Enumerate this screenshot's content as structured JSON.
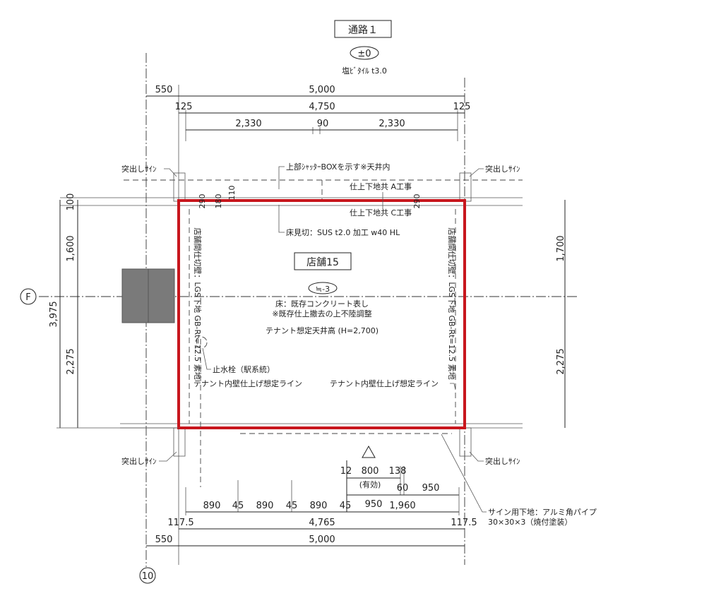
{
  "header": {
    "corridor": "通路１",
    "level_top": "±0",
    "floor_finish_top": "塩ﾋﾞﾀｲﾙ t3.0"
  },
  "room": {
    "name": "店舗15",
    "level": "≒-3",
    "floor": "床：既存コンクリート表し",
    "floor_note": "※既存仕上撤去の上不陸調整",
    "ceiling": "テナント想定天井高 (H=2,700)"
  },
  "grid": {
    "col": "10",
    "row": "F"
  },
  "annotations": {
    "sign_tl": "突出しｻｲﾝ",
    "sign_tr": "突出しｻｲﾝ",
    "sign_bl": "突出しｻｲﾝ",
    "sign_br": "突出しｻｲﾝ",
    "shutter": "上部ｼｬｯﾀｰBOXを示す※天井内",
    "a_work": "仕上下地共 A工事",
    "c_work": "仕上下地共 C工事",
    "threshold": "床見切：SUS t2.0 加工 w40 HL",
    "wall_left": "店舗間仕切壁：LGS下地 GB-Rt=12.5 素地",
    "wall_right": "店舗間仕切壁：LGS下地 GB-Rt=12.5 素地",
    "valve": "止水栓（駅系統）",
    "inner_line_left": "テナント内壁仕上げ想定ライン",
    "inner_line_right": "テナント内壁仕上げ想定ライン",
    "sign_base": "サイン用下地：アルミ角パイプ",
    "sign_base_spec": "30×30×3（焼付塗装）"
  },
  "dims_top": {
    "a": "550",
    "b": "5,000",
    "c": "125",
    "d": "4,750",
    "e": "125",
    "f": "2,330",
    "g": "90",
    "h": "2,330",
    "v1": "290",
    "v2": "180",
    "v3": "110",
    "v4": "290"
  },
  "dims_left": {
    "total": "3,975",
    "a": "100",
    "b": "1,600",
    "c": "2,275"
  },
  "dims_right": {
    "a": "1,700",
    "b": "2,275"
  },
  "dims_bottom": {
    "d12": "12",
    "d800": "800",
    "d138": "138",
    "effective": "(有効)",
    "d60": "60",
    "d950a": "950",
    "row": [
      "890",
      "45",
      "890",
      "45",
      "890",
      "45",
      "950",
      "1,960"
    ],
    "l117": "117.5",
    "total": "4,765",
    "r117": "117.5",
    "a550": "550",
    "b5000": "5,000"
  }
}
